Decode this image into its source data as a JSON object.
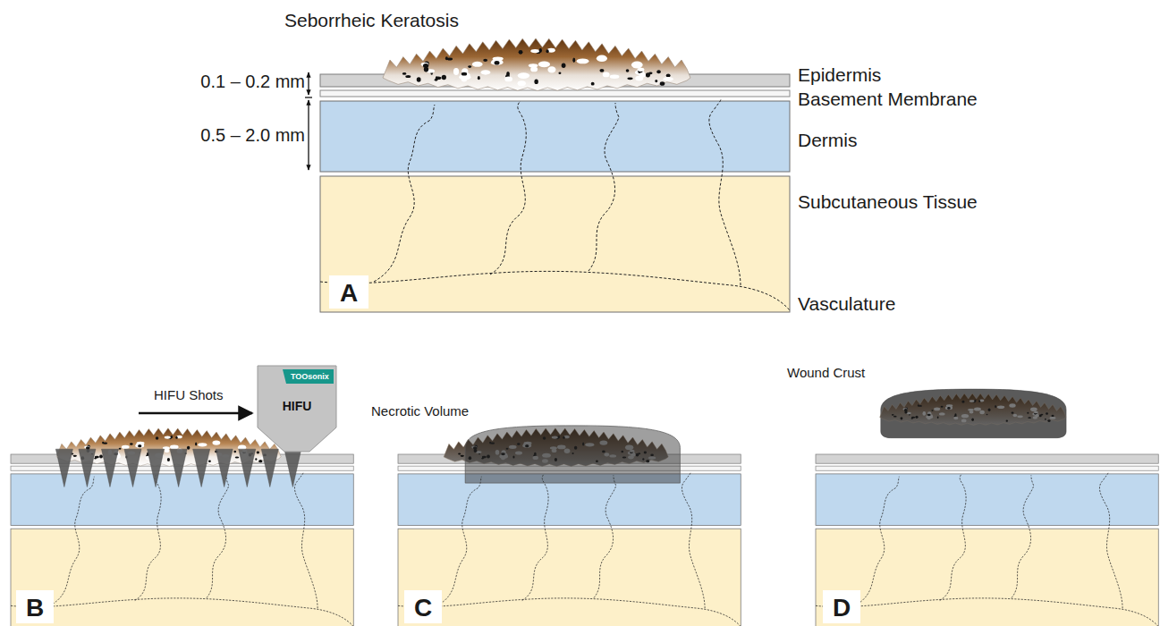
{
  "diagram": {
    "nodes": [
      {
        "text": [
          "A"
        ]
      },
      {
        "text": [
          "B"
        ]
      },
      {
        "text": [
          "C"
        ]
      },
      {
        "text": [
          "D"
        ]
      },
      {
        "text": [
          "TOOsonix",
          "HIFU"
        ]
      }
    ],
    "labels": [
      "Seborrheic Keratosis",
      "0.1 – 0.2 mm",
      "0.5 – 2.0 mm",
      "Epidermis",
      "Basement Membrane",
      "Dermis",
      "Subcutaneous Tissue",
      "Vasculature",
      "HIFU Shots",
      "Necrotic Volume",
      "Wound Crust"
    ]
  }
}
